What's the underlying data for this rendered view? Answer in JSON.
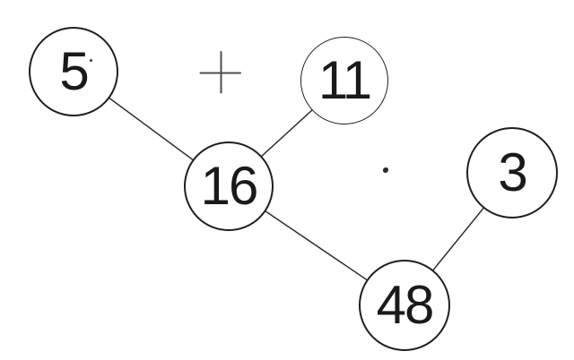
{
  "diagram": {
    "type": "arithmetic-tree",
    "background": "#ffffff",
    "ink_color": "#1f1f1f",
    "nodes": [
      {
        "id": "addend-1",
        "value": "5"
      },
      {
        "id": "addend-2",
        "value": "11"
      },
      {
        "id": "sum",
        "value": "16"
      },
      {
        "id": "factor",
        "value": "3"
      },
      {
        "id": "product",
        "value": "48"
      }
    ],
    "operators": [
      {
        "name": "plus",
        "symbol": "+"
      },
      {
        "name": "multiplication-dot",
        "symbol": "·"
      }
    ],
    "edges": [
      {
        "from": "5",
        "to": "16"
      },
      {
        "from": "11",
        "to": "16"
      },
      {
        "from": "16",
        "to": "48"
      },
      {
        "from": "3",
        "to": "48"
      }
    ]
  }
}
